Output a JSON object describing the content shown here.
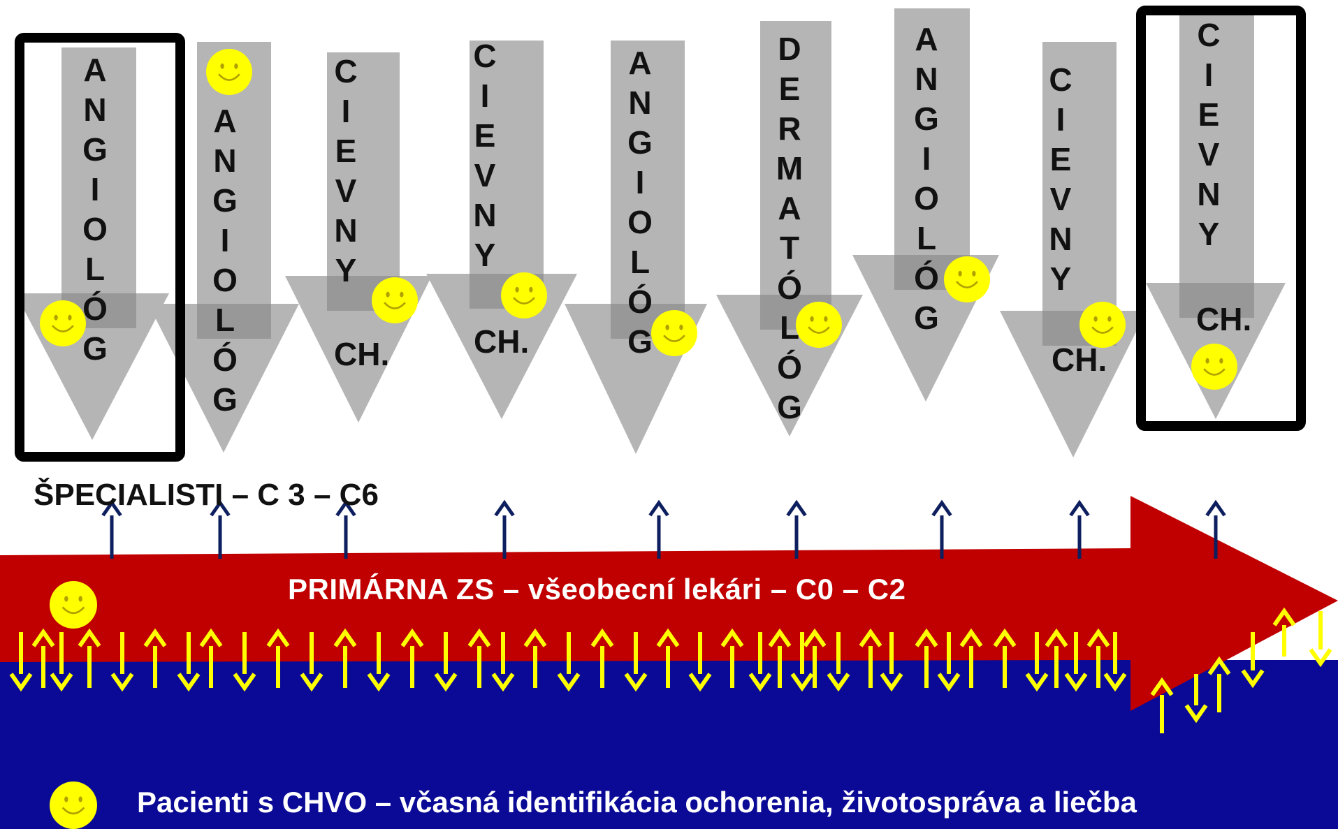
{
  "colors": {
    "arrow_gray": "#b5b5b5",
    "arrow_dark": "#7f7f7f",
    "band_red": "#c00000",
    "band_blue": "#0a0a96",
    "arrow_yellow": "#ffff00",
    "arrow_navy": "#0d1f5e",
    "smiley": "#ffff00",
    "box_border": "#000000"
  },
  "specialists": [
    {
      "letters": "A\nN\nG\nI\nO\nL\nÓ\nG",
      "suffix": "",
      "highlighted": true
    },
    {
      "letters": "A\nN\nG\nI\nO\nL\nÓ\nG",
      "suffix": "",
      "highlighted": false
    },
    {
      "letters": "C\nI\nE\nV\nN\nY",
      "suffix": "CH.",
      "highlighted": false
    },
    {
      "letters": "C\nI\nE\nV\nN\nY",
      "suffix": "CH.",
      "highlighted": false
    },
    {
      "letters": "A\nN\nG\nI\nO\nL\nÓ\nG",
      "suffix": "",
      "highlighted": false
    },
    {
      "letters": "D\nE\nR\nM\nA\nT\nÓ\nL\nÓ\nG",
      "suffix": "",
      "highlighted": false
    },
    {
      "letters": "A\nN\nG\nI\nO\nL\nÓ\nG",
      "suffix": "",
      "highlighted": false
    },
    {
      "letters": "C\nI\nE\nV\nN\nY",
      "suffix": "CH.",
      "highlighted": false
    },
    {
      "letters": "C\nI\nE\nV\nN\nY",
      "suffix": "CH.",
      "highlighted": true
    }
  ],
  "labels": {
    "specialisti": "ŠPECIALISTI –  C 3 – C6",
    "primarna": "PRIMÁRNA  ZS – všeobecní lekári –  C0 – C2",
    "pacienti": "Pacienti s CHVO – včasná identifikácia ochorenia, životospráva a liečba"
  },
  "icons": {
    "smiley": "smiley-icon",
    "up_arrow": "up-arrow-icon",
    "down_arrow": "down-arrow-icon"
  }
}
